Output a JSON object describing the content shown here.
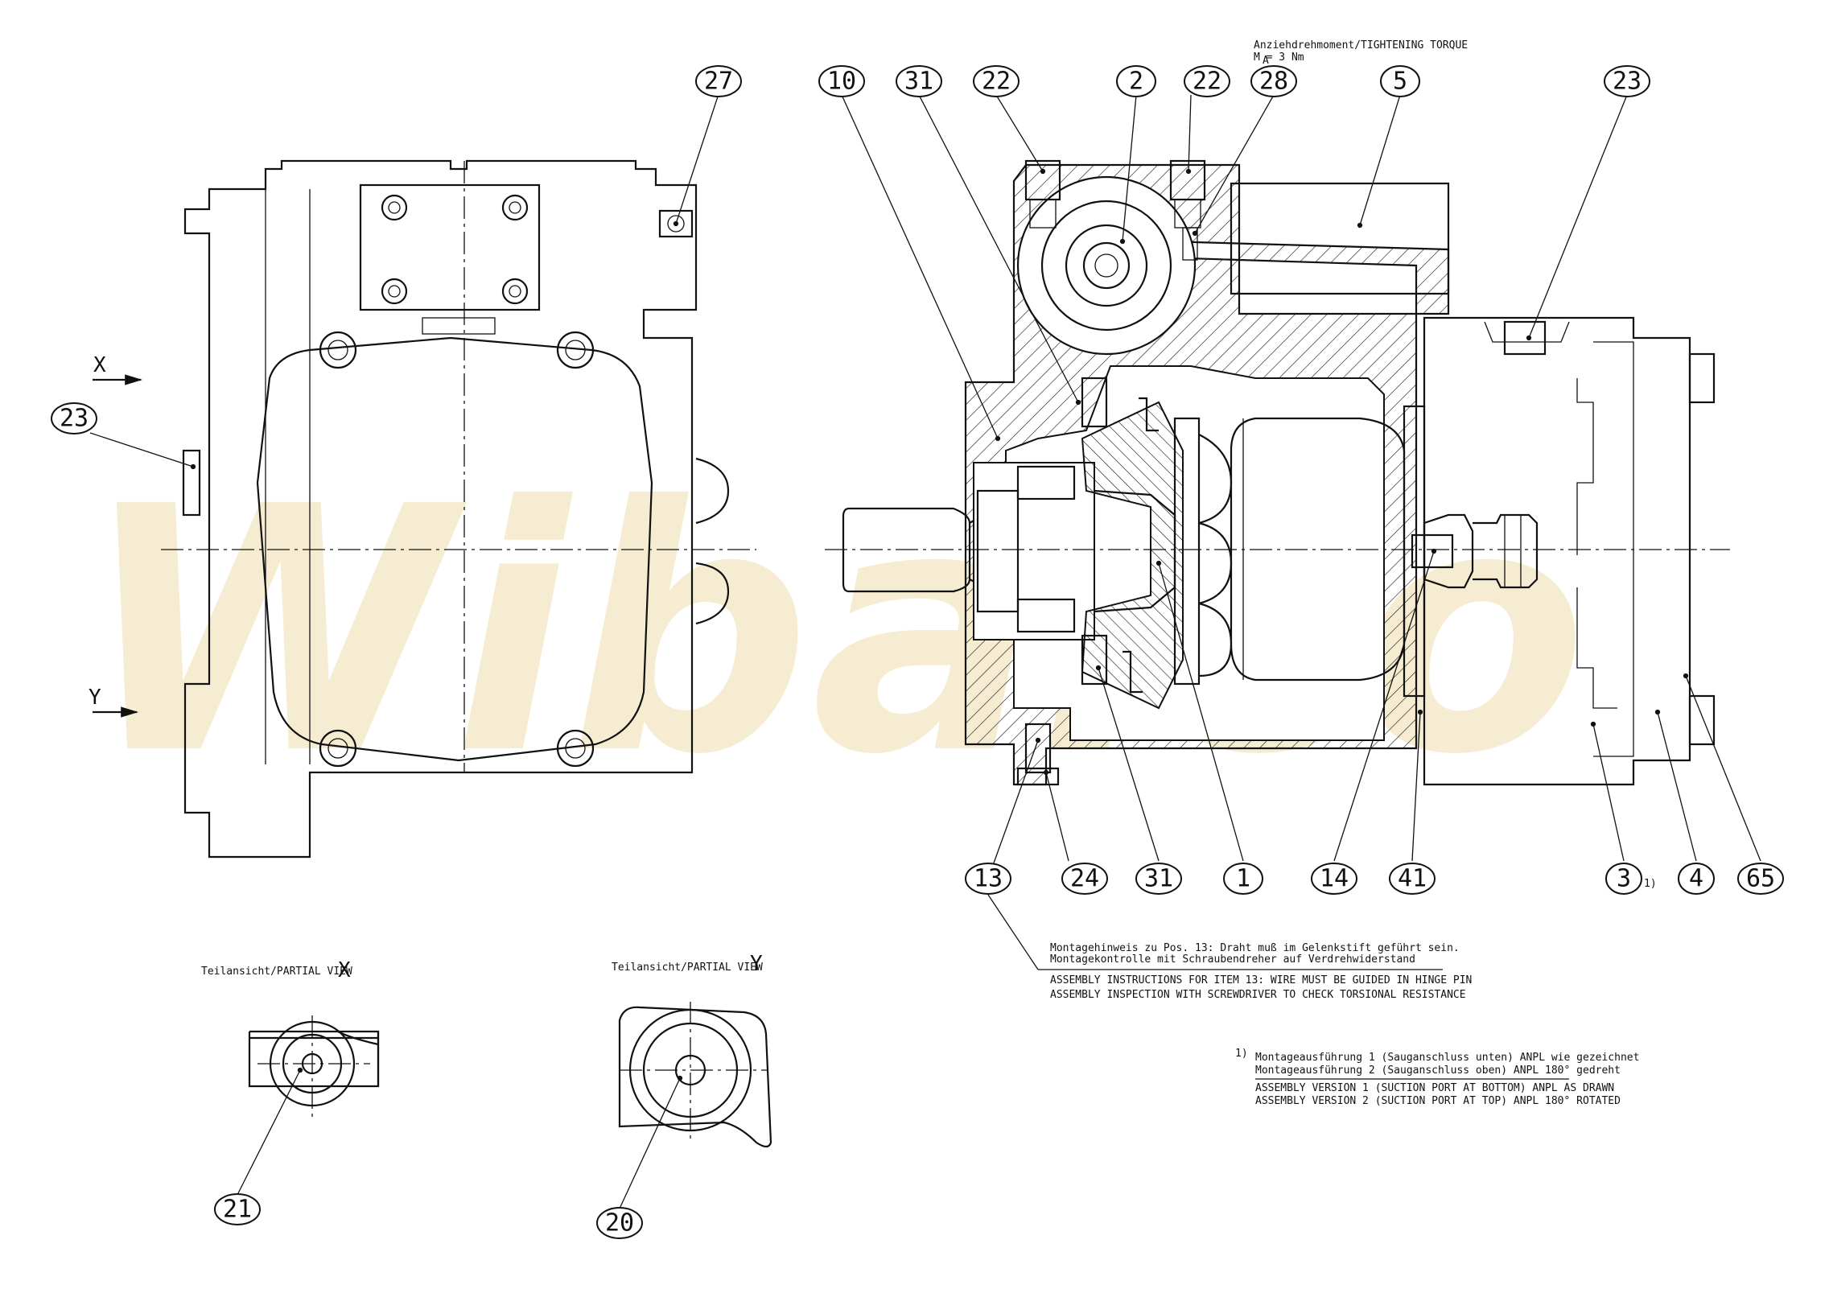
{
  "watermark": "Wibalco",
  "torque_note": {
    "line1": "Anziehdrehmoment/TIGHTENING TORQUE",
    "line2": "M  = 3 Nm",
    "subscript": "A"
  },
  "view_markers": {
    "x": "X",
    "y": "Y"
  },
  "partial_views": {
    "x_label": "Teilansicht/PARTIAL VIEW",
    "x_letter": "X",
    "y_label": "Teilansicht/PARTIAL VIEW",
    "y_letter": "Y"
  },
  "assembly_note": {
    "de1": "Montagehinweis zu Pos. 13: Draht muß im Gelenkstift geführt sein.",
    "de2": "Montagekontrolle mit Schraubendreher auf Verdrehwiderstand",
    "en1": "ASSEMBLY INSTRUCTIONS FOR ITEM 13: WIRE MUST BE GUIDED IN HINGE PIN",
    "en2": "ASSEMBLY INSPECTION WITH SCREWDRIVER TO CHECK TORSIONAL RESISTANCE"
  },
  "version_note": {
    "marker": "1)",
    "de1": "Montageausführung 1 (Sauganschluss unten) ANPL wie gezeichnet",
    "de2": "Montageausführung 2 (Sauganschluss oben) ANPL 180° gedreht",
    "en1": "ASSEMBLY VERSION 1 (SUCTION PORT AT BOTTOM) ANPL AS DRAWN",
    "en2": "ASSEMBLY VERSION 2 (SUCTION PORT AT TOP) ANPL 180° ROTATED"
  },
  "footnote_marker": "1)",
  "callouts": {
    "c27": "27",
    "c23a": "23",
    "c10": "10",
    "c31a": "31",
    "c22a": "22",
    "c2": "2",
    "c22b": "22",
    "c28": "28",
    "c5": "5",
    "c23b": "23",
    "c13": "13",
    "c24": "24",
    "c31b": "31",
    "c1": "1",
    "c14": "14",
    "c41": "41",
    "c3": "3",
    "c4": "4",
    "c65": "65",
    "c21": "21",
    "c20": "20"
  }
}
